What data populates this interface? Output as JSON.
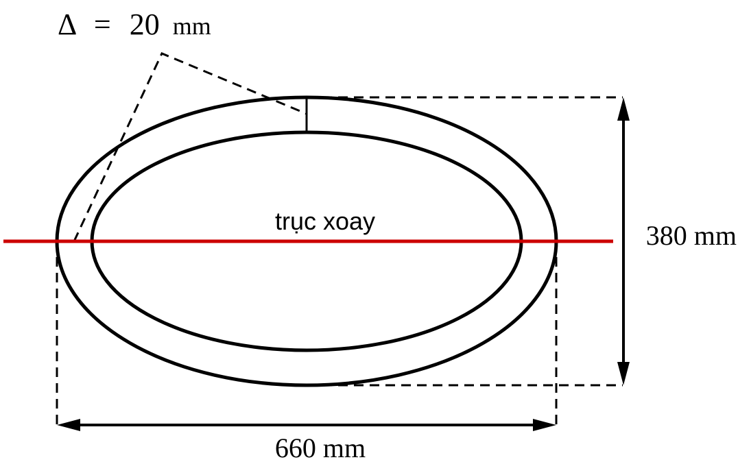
{
  "annotations": {
    "thickness_symbol": "Δ",
    "thickness_equals": "=",
    "thickness_value": "20",
    "thickness_unit": "mm",
    "axis_label": "trục xoay",
    "height_label": "380 mm",
    "width_label": "660 mm"
  },
  "colors": {
    "outline": "#000000",
    "axis": "#cc0000",
    "background": "#ffffff"
  }
}
